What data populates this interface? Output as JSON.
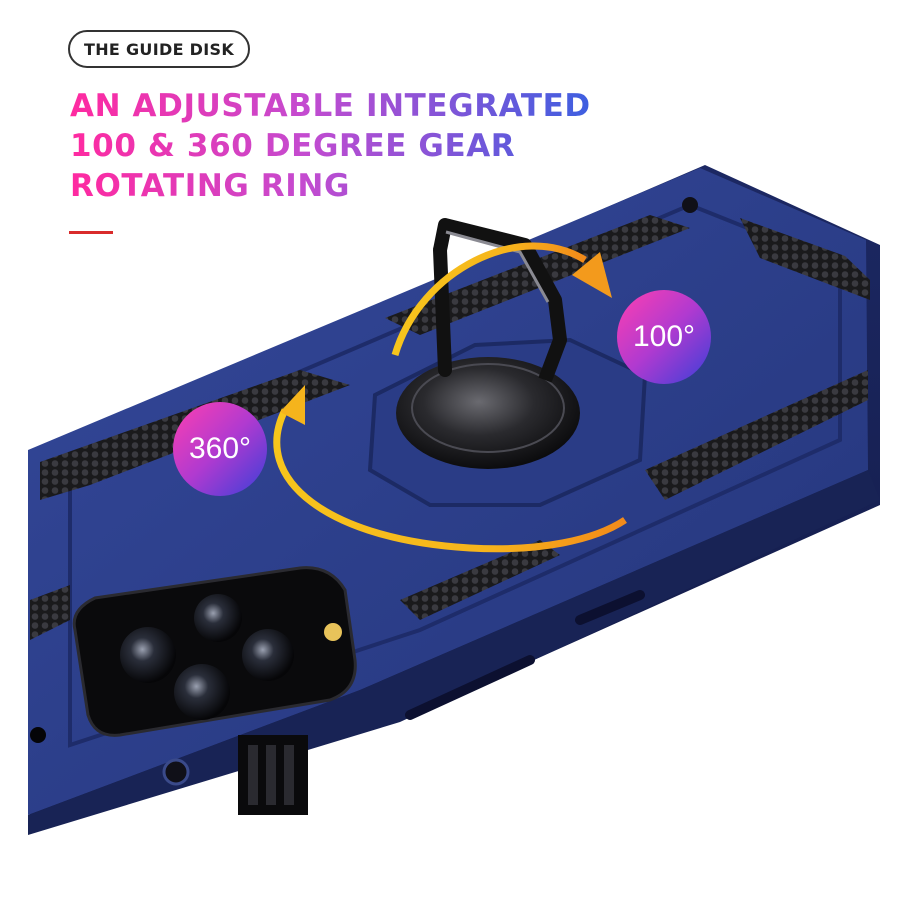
{
  "banner": {
    "tag": "THE GUIDE DISK",
    "headline_lines": [
      "AN ADJUSTABLE INTEGRATED",
      "100 & 360 DEGREE GEAR",
      "ROTATING RING"
    ]
  },
  "badges": {
    "rotate_100": "100°",
    "rotate_360": "360°"
  },
  "colors": {
    "case_blue": "#2c3f86",
    "case_dark": "#1b2760",
    "accent_red": "#d92b2b",
    "arrow_orange": "#f7a21c",
    "arrow_yellow": "#f7d21c",
    "gradient_pink": "#ff2aa0",
    "gradient_blue": "#3d5fe0"
  },
  "icons": {
    "ring": "rotating-ring-kickstand-icon",
    "arrow": "curved-rotation-arrow-icon"
  }
}
